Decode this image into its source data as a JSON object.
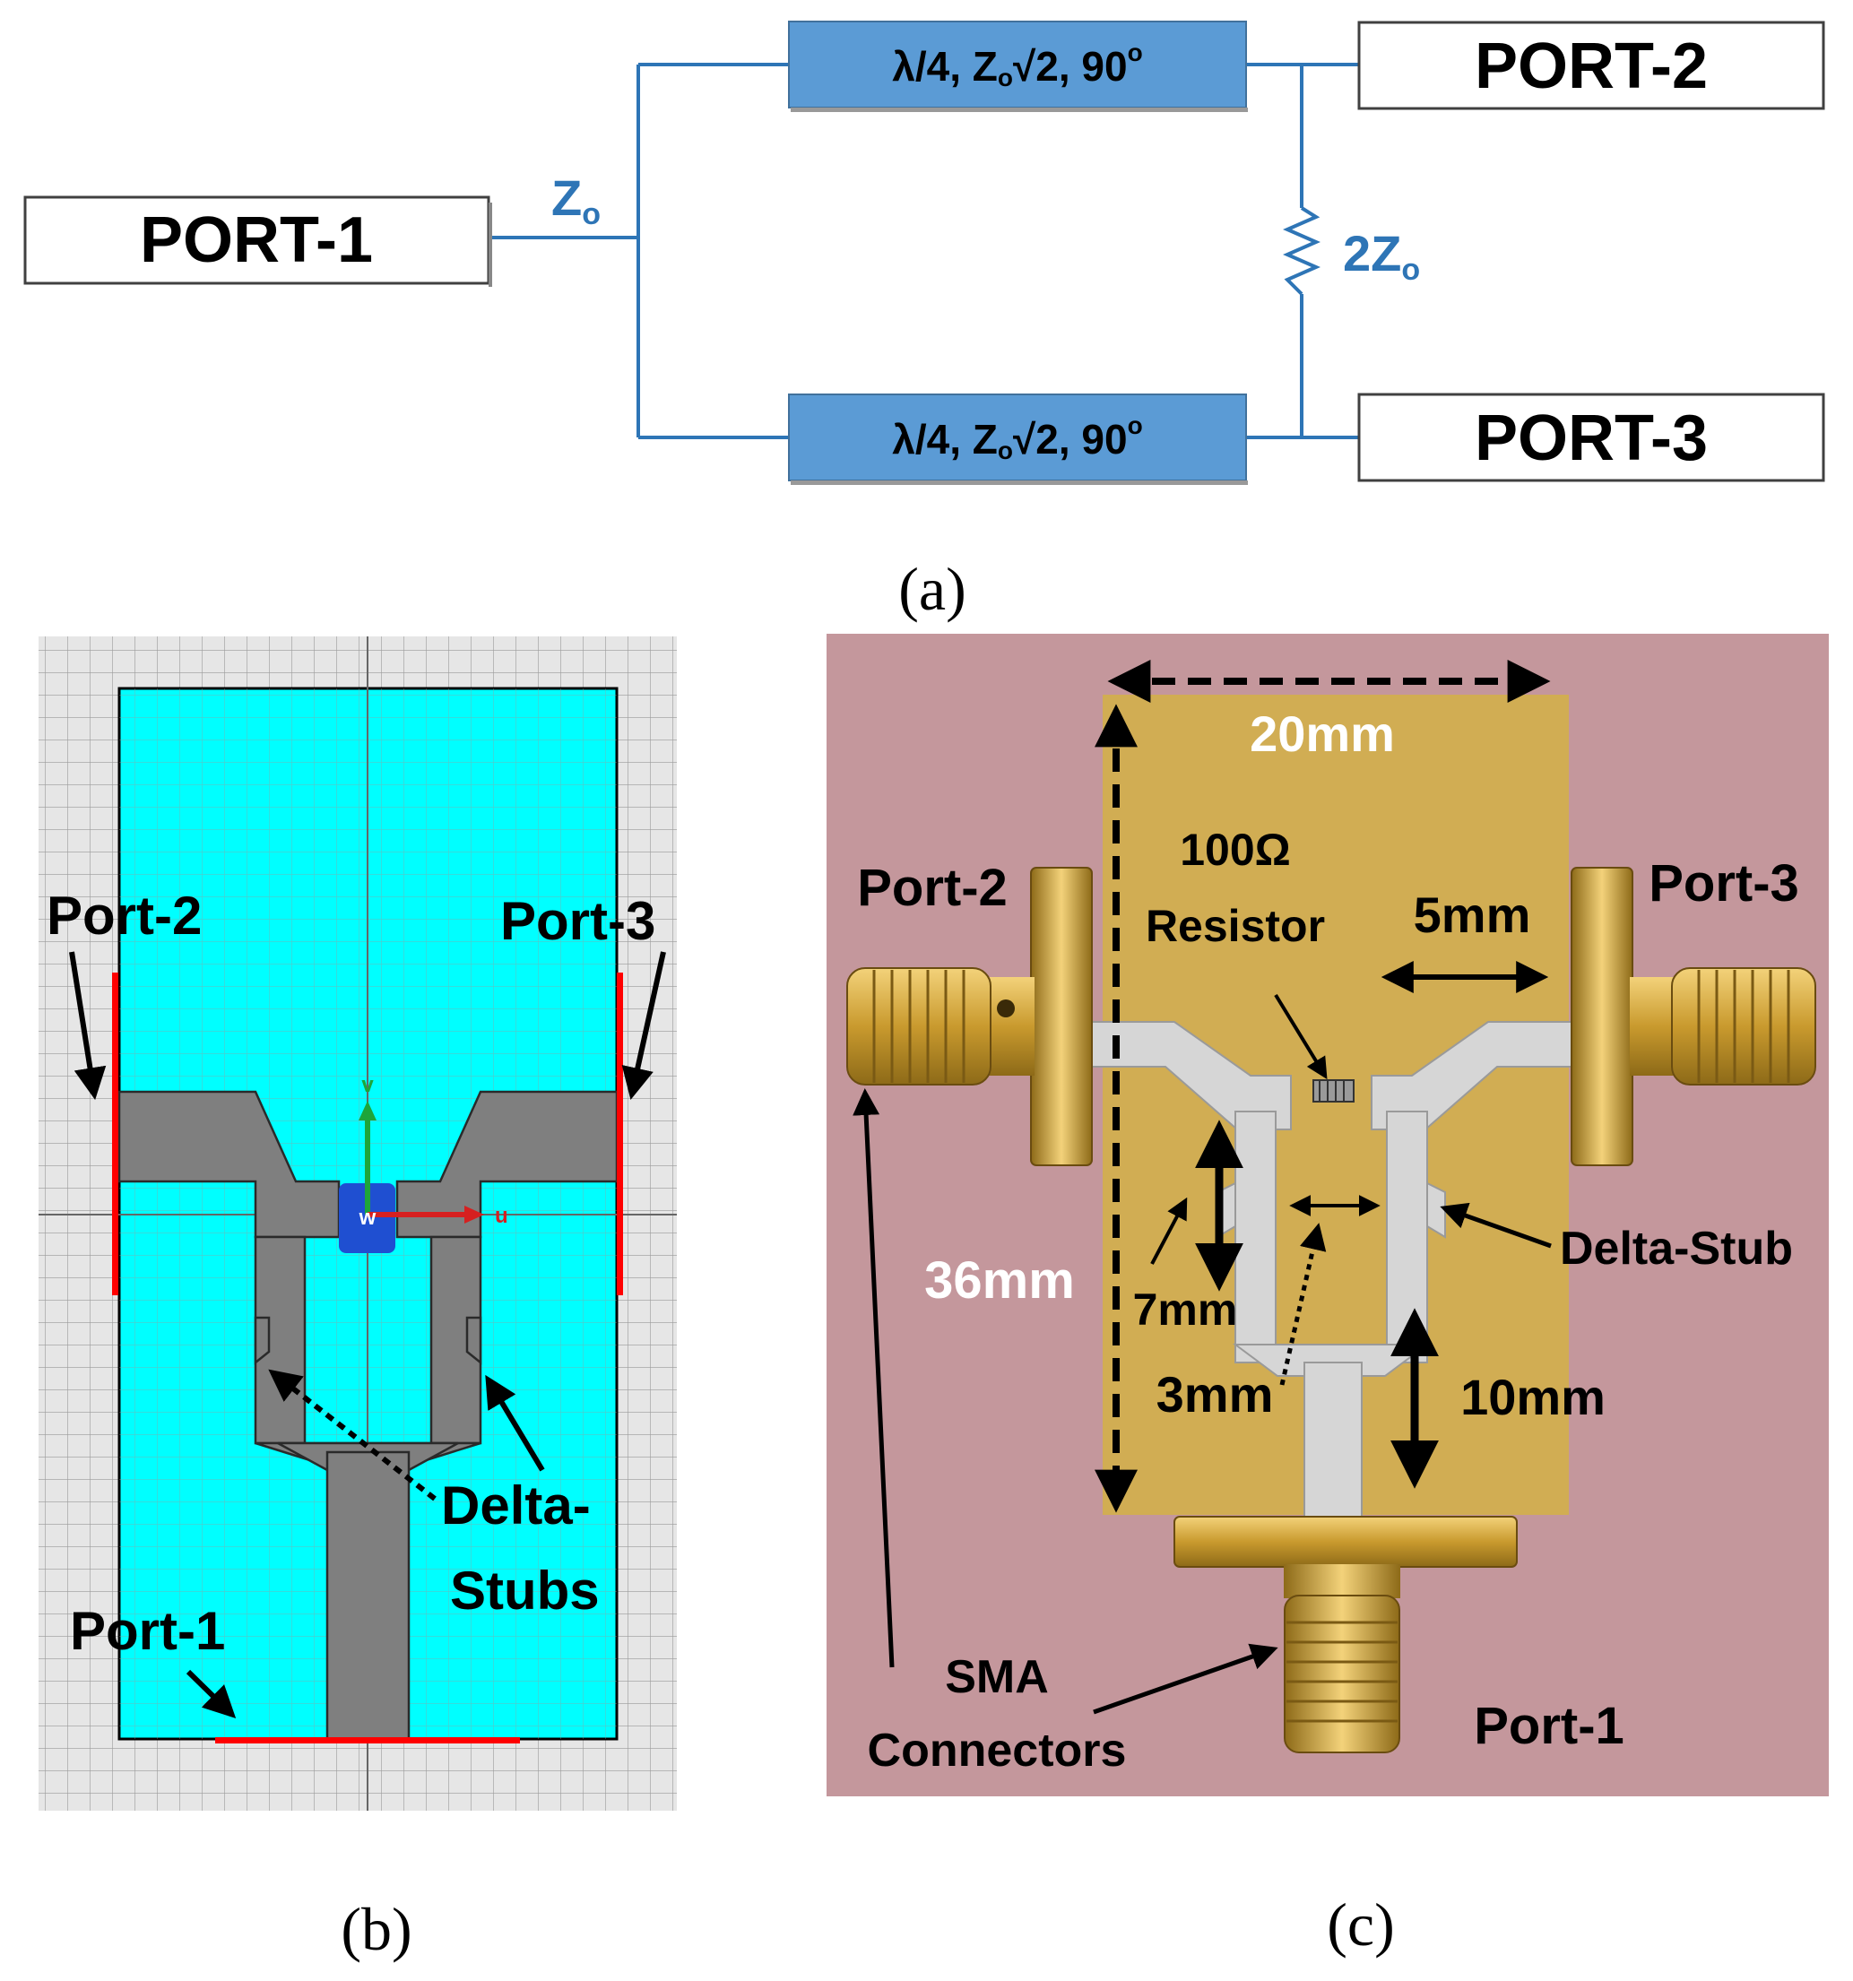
{
  "panel_a": {
    "caption": "(a)",
    "port1": "PORT-1",
    "port2": "PORT-2",
    "port3": "PORT-3",
    "feed_label_main": "Z",
    "feed_label_sub": "o",
    "line_label_lambda": "λ/4, Z",
    "line_label_sub": "o",
    "line_label_rest": "√2, 90",
    "line_label_sup": "o",
    "resistor_label_main": "2Z",
    "resistor_label_sub": "o",
    "colors": {
      "line": "#2e75b6",
      "box": "#5b9bd5",
      "text_blue": "#2e75b6"
    }
  },
  "panel_b": {
    "caption": "(b)",
    "port1": "Port-1",
    "port2": "Port-2",
    "port3": "Port-3",
    "stubs_line1": "Delta-",
    "stubs_line2": "Stubs",
    "axis_v": "v",
    "axis_u": "u",
    "axis_w": "w",
    "colors": {
      "substrate": "#00ffff",
      "trace": "#808080",
      "port": "#ff0000",
      "grid": "#b0b0b0"
    }
  },
  "panel_c": {
    "caption": "(c)",
    "dim_width": "20mm",
    "dim_height": "36mm",
    "resistor_line1": "100Ω",
    "resistor_line2": "Resistor",
    "dim_5": "5mm",
    "dim_7": "7mm",
    "dim_3": "3mm",
    "dim_10": "10mm",
    "port1": "Port-1",
    "port2": "Port-2",
    "port3": "Port-3",
    "delta_stub": "Delta-Stub",
    "sma_line1": "SMA",
    "sma_line2": "Connectors",
    "colors": {
      "background": "#c89a9e",
      "board": "#c9a448",
      "copper": "#d8d8d8",
      "connector": "#d4a630"
    }
  }
}
